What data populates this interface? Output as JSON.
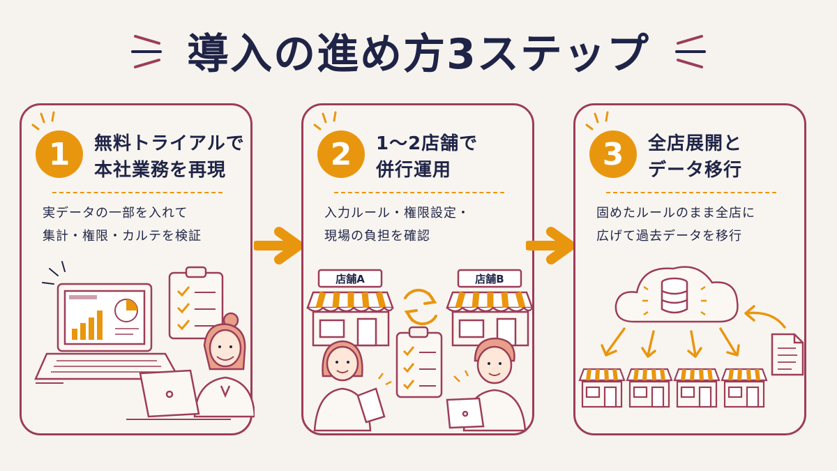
{
  "title": "導入の進め方3ステップ",
  "colors": {
    "accent": "#e9960f",
    "frame": "#9c3d58",
    "text": "#1f2447",
    "background": "#f6f3ee"
  },
  "steps": [
    {
      "number": "1",
      "heading_line1": "無料トライアルで",
      "heading_line2": "本社業務を再現",
      "desc_line1": "実データの一部を入れて",
      "desc_line2": "集計・権限・カルテを検証",
      "illustration": [
        "laptop-chart-icon",
        "checklist-icon",
        "woman-with-laptop-icon"
      ]
    },
    {
      "number": "2",
      "heading_line1": "1〜2店舗で",
      "heading_line2": "併行運用",
      "desc_line1": "入力ルール・権限設定・",
      "desc_line2": "現場の負担を確認",
      "store_a_label": "店舗A",
      "store_b_label": "店舗B",
      "illustration": [
        "store-icon",
        "sync-icon",
        "checklist-icon",
        "staff-icon"
      ]
    },
    {
      "number": "3",
      "heading_line1": "全店展開と",
      "heading_line2": "データ移行",
      "desc_line1": "固めたルールのまま全店に",
      "desc_line2": "広げて過去データを移行",
      "illustration": [
        "cloud-database-icon",
        "store-icon",
        "document-icon"
      ]
    }
  ]
}
